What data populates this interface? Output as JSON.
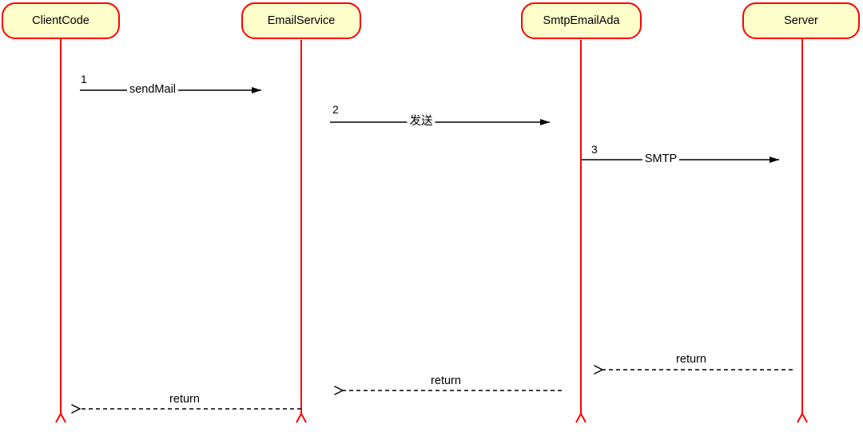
{
  "diagram": {
    "kind": "uml-sequence-diagram",
    "colors": {
      "actor_fill": "#FFFFCC",
      "actor_border": "#FF0000",
      "lifeline": "#FF0000",
      "message": "#000000",
      "text": "#000000",
      "background": "#FFFFFF"
    },
    "actors": [
      {
        "name": "ClientCode"
      },
      {
        "name": "EmailService"
      },
      {
        "name": "SmtpEmailAda"
      },
      {
        "name": "Server"
      }
    ],
    "messages": [
      {
        "seq": "1",
        "label": "sendMail",
        "from": "ClientCode",
        "to": "EmailService",
        "line": "solid"
      },
      {
        "seq": "2",
        "label": "发送",
        "from": "EmailService",
        "to": "SmtpEmailAda",
        "line": "solid"
      },
      {
        "seq": "3",
        "label": "SMTP",
        "from": "SmtpEmailAda",
        "to": "Server",
        "line": "solid"
      },
      {
        "label": "return",
        "from": "Server",
        "to": "SmtpEmailAda",
        "line": "dashed"
      },
      {
        "label": "return",
        "from": "SmtpEmailAda",
        "to": "EmailService",
        "line": "dashed"
      },
      {
        "label": "return",
        "from": "EmailService",
        "to": "ClientCode",
        "line": "dashed"
      }
    ]
  }
}
